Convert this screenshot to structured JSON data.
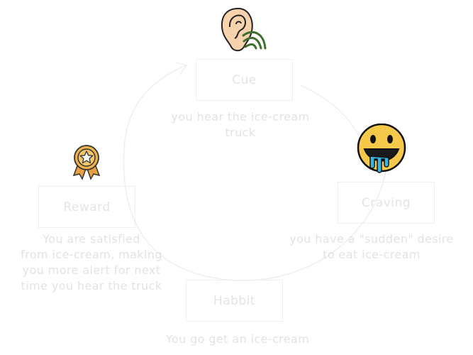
{
  "steps": {
    "cue": {
      "title": "Cue",
      "caption": [
        "you hear the ice-cream",
        "truck"
      ]
    },
    "craving": {
      "title": "Craving",
      "caption": [
        "you have a \"sudden\" desire",
        "to eat ice-cream"
      ]
    },
    "habit": {
      "title": "Habbit",
      "caption": [
        "You go get an ice-cream"
      ]
    },
    "reward": {
      "title": "Reward",
      "caption": [
        "You are satisfied",
        "from ice-cream, making",
        "you more alert for next",
        "time you hear the truck"
      ]
    }
  },
  "icons": {
    "cue": "ear-with-sound-icon",
    "craving": "drooling-face-icon",
    "reward": "medal-star-icon"
  },
  "colors": {
    "faded_text": "#e3e3e3",
    "box_border": "#efefef",
    "ear": "#f7d3ad",
    "sound_waves": "#3c6e2e",
    "face": "#f7c94a",
    "drool": "#35b7e4",
    "medal": "#f0b24a"
  }
}
